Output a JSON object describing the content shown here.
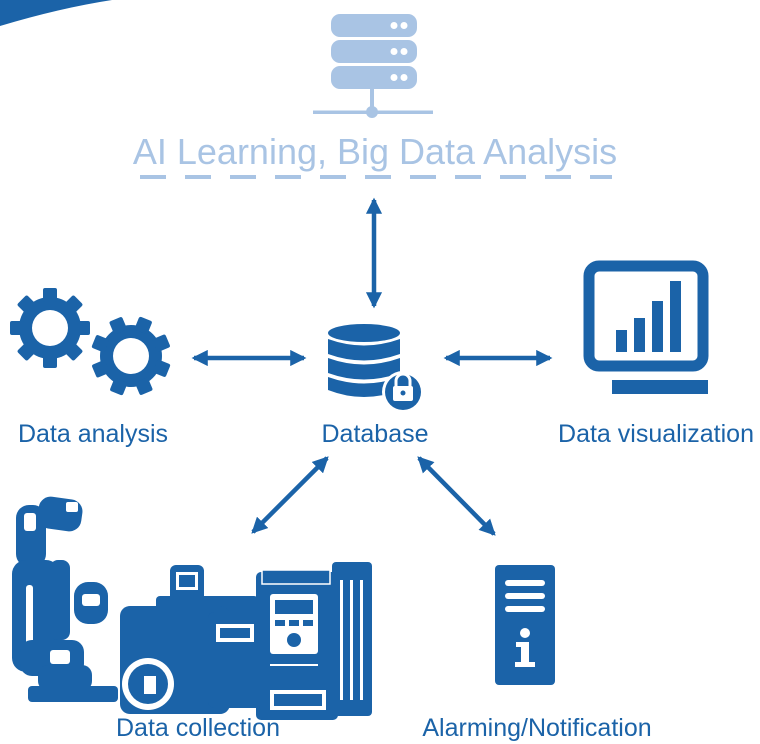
{
  "colors": {
    "primary": "#1b63a8",
    "light": "#a9c4e4",
    "white": "#ffffff"
  },
  "cloud": {
    "title": "AI Learning, Big Data Analysis",
    "icon": "server-stack-icon"
  },
  "nodes": {
    "database": {
      "label": "Database",
      "icon": "database-lock-icon"
    },
    "analysis": {
      "label": "Data analysis",
      "icon": "gears-icon"
    },
    "visualization": {
      "label": "Data visualization",
      "icon": "monitor-bar-chart-icon"
    },
    "collection": {
      "label": "Data collection",
      "icon": "robot-motor-drive-icon"
    },
    "alarming": {
      "label": "Alarming/Notification",
      "icon": "info-server-icon"
    }
  }
}
